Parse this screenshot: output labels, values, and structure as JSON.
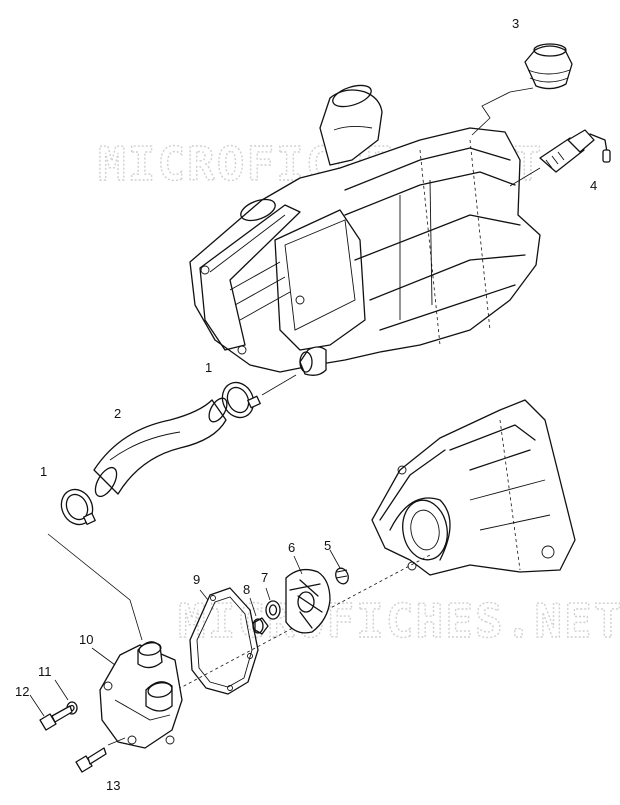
{
  "watermarks": [
    "MICROFICHES.NET",
    "MICROFICHES.NET"
  ],
  "callouts": {
    "c1a": "1",
    "c1b": "1",
    "c2": "2",
    "c3": "3",
    "c4": "4",
    "c5": "5",
    "c6": "6",
    "c7": "7",
    "c8": "8",
    "c9": "9",
    "c10": "10",
    "c11": "11",
    "c12": "12",
    "c13": "13"
  }
}
